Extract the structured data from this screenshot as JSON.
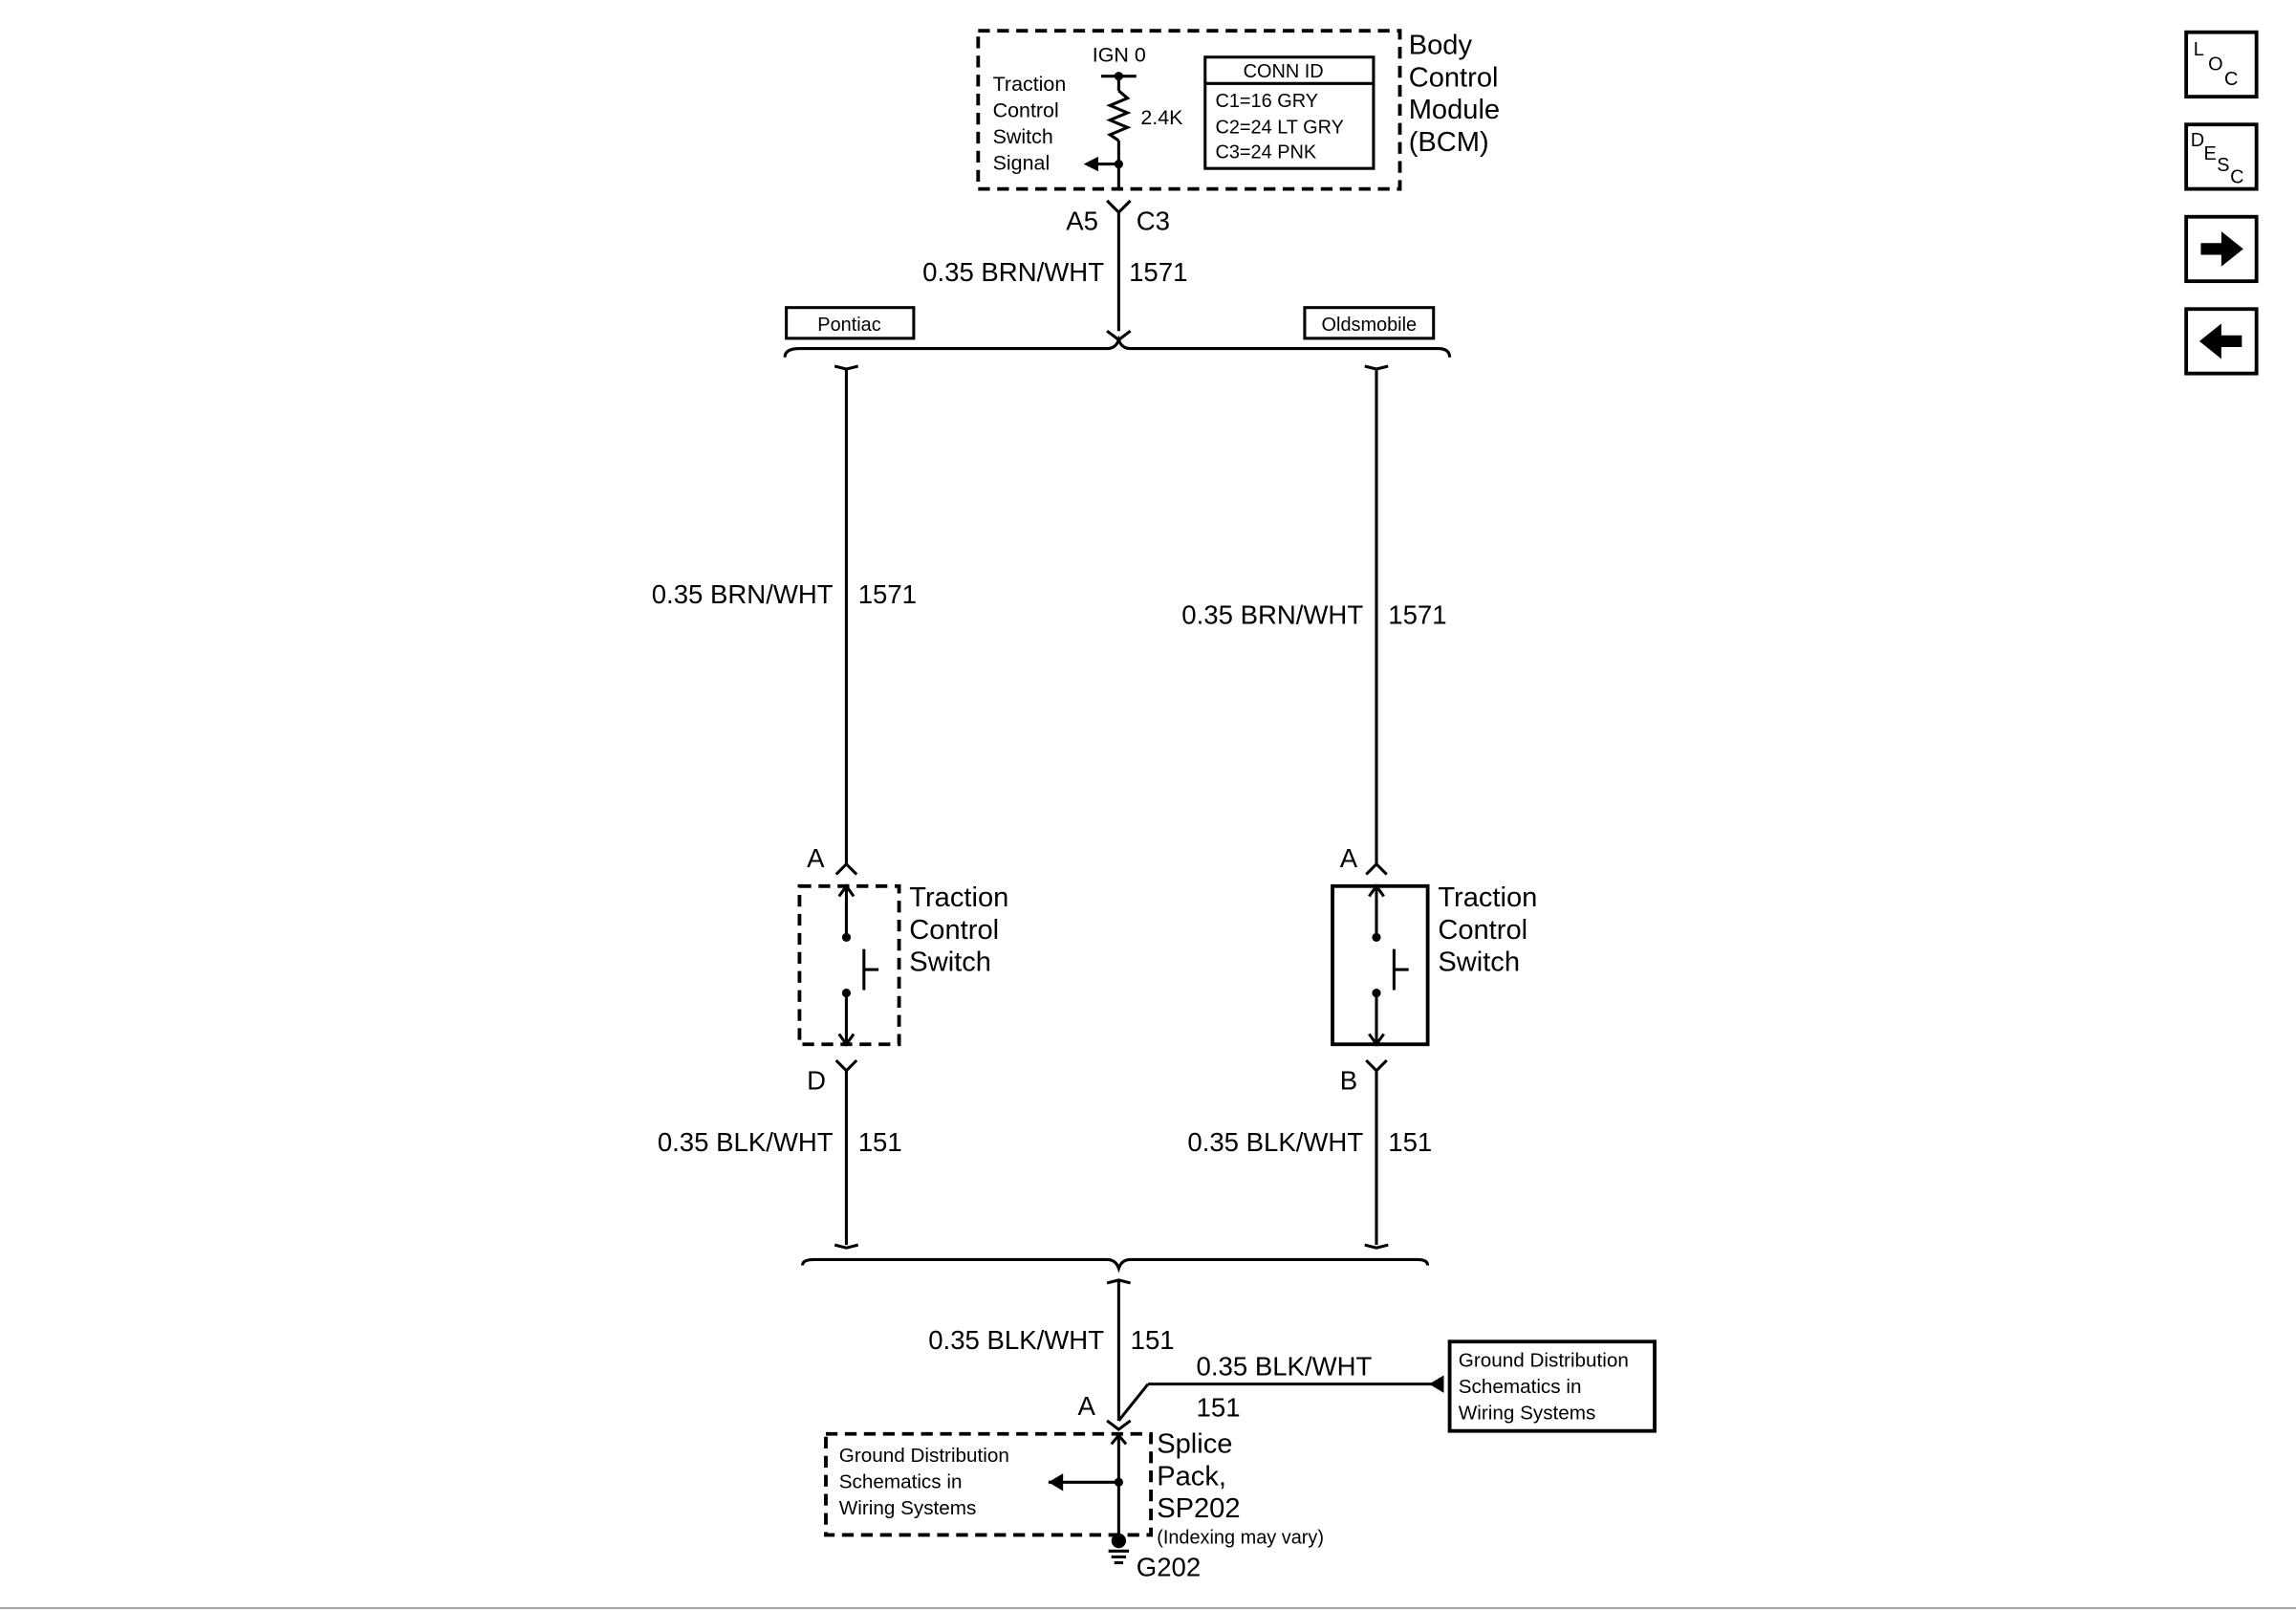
{
  "bcm": {
    "name_lines": [
      "Body",
      "Control",
      "Module",
      "(BCM)"
    ],
    "ign_label": "IGN 0",
    "resistor_label": "2.4K",
    "signal_lines": [
      "Traction",
      "Control",
      "Switch",
      "Signal"
    ],
    "conn_id": {
      "title": "CONN ID",
      "rows": [
        "C1=16 GRY",
        "C2=24 LT GRY",
        "C3=24 PNK"
      ]
    },
    "pin": "A5",
    "connector": "C3"
  },
  "wires": {
    "top": {
      "spec": "0.35 BRN/WHT",
      "circuit": "1571"
    },
    "left_upper": {
      "spec": "0.35 BRN/WHT",
      "circuit": "1571"
    },
    "right_upper": {
      "spec": "0.35 BRN/WHT",
      "circuit": "1571"
    },
    "left_lower": {
      "spec": "0.35 BLK/WHT",
      "circuit": "151"
    },
    "right_lower": {
      "spec": "0.35 BLK/WHT",
      "circuit": "151"
    },
    "bottom": {
      "spec": "0.35 BLK/WHT",
      "circuit": "151"
    },
    "branch": {
      "spec": "0.35 BLK/WHT",
      "circuit": "151"
    }
  },
  "options": {
    "left": "Pontiac",
    "right": "Oldsmobile"
  },
  "left_switch": {
    "name_lines": [
      "Traction",
      "Control",
      "Switch"
    ],
    "pin_top": "A",
    "pin_bottom": "D"
  },
  "right_switch": {
    "name_lines": [
      "Traction",
      "Control",
      "Switch"
    ],
    "pin_top": "A",
    "pin_bottom": "B"
  },
  "splice": {
    "pin": "A",
    "name_lines": [
      "Splice",
      "Pack,",
      "SP202"
    ],
    "note": "(Indexing may vary)",
    "ref_lines": [
      "Ground Distribution",
      "Schematics in",
      "Wiring Systems"
    ]
  },
  "ground_ref_box": {
    "lines": [
      "Ground Distribution",
      "Schematics in",
      "Wiring Systems"
    ]
  },
  "ground": {
    "label": "G202"
  },
  "nav": {
    "loc": {
      "letters": [
        "L",
        "O",
        "C"
      ]
    },
    "desc": {
      "letters": [
        "D",
        "E",
        "S",
        "C"
      ]
    },
    "next_icon": "arrow-right-icon",
    "prev_icon": "arrow-left-icon"
  },
  "colors": {
    "ink": "#000000",
    "background": "#ffffff"
  }
}
